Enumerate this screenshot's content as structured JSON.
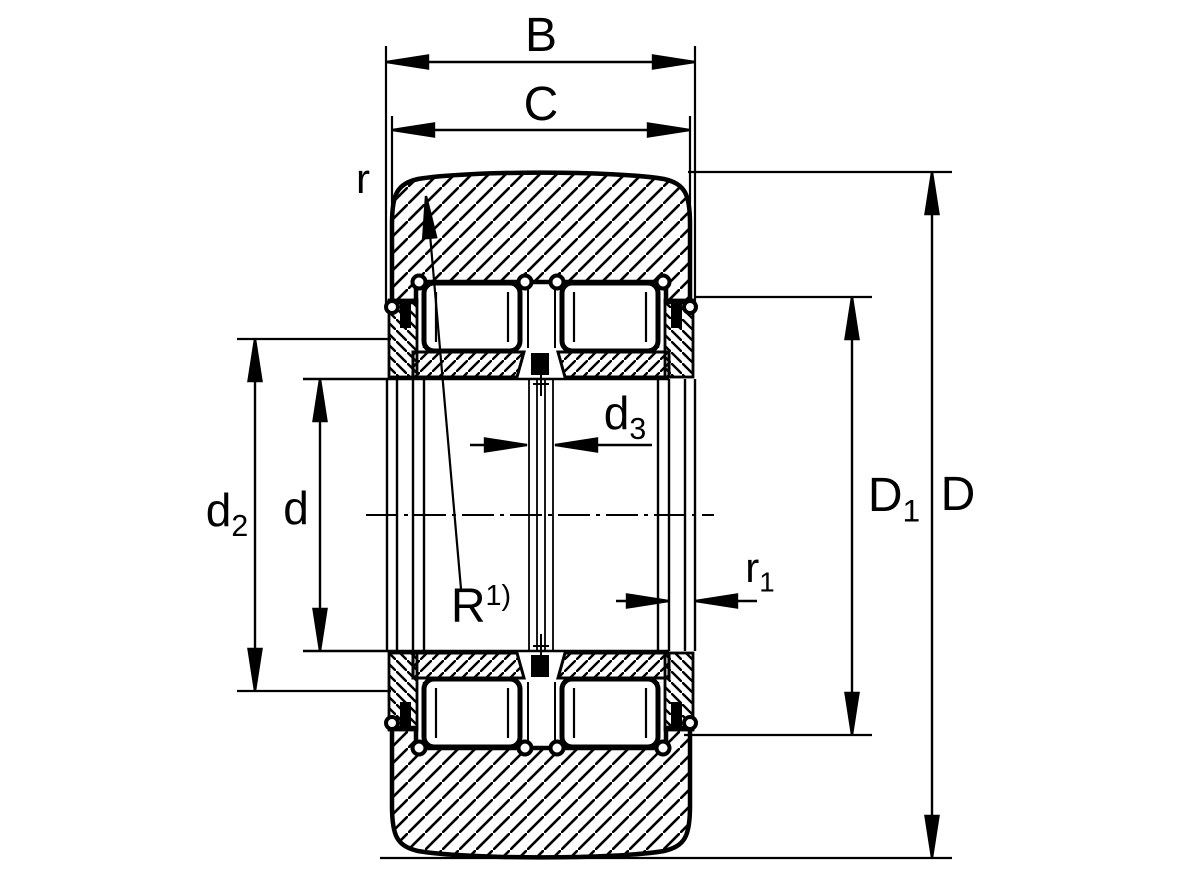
{
  "drawing": {
    "type": "bearing-cross-section-dimension-drawing",
    "labels": {
      "B": {
        "main": "B"
      },
      "C": {
        "main": "C"
      },
      "r": {
        "main": "r"
      },
      "d2": {
        "main": "d",
        "sub": "2"
      },
      "d": {
        "main": "d"
      },
      "d3": {
        "main": "d",
        "sub": "3"
      },
      "R": {
        "main": "R",
        "sup": "1)"
      },
      "r1": {
        "main": "r",
        "sub": "1"
      },
      "D1": {
        "main": "D",
        "sub": "1"
      },
      "D": {
        "main": "D"
      }
    },
    "colors": {
      "line": "#000000",
      "background": "#ffffff"
    }
  }
}
